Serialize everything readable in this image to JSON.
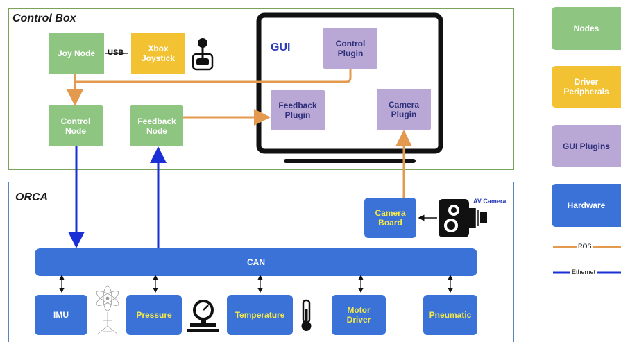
{
  "panels": {
    "control_box": "Control Box",
    "orca": "ORCA"
  },
  "nodes": {
    "joy_node": "Joy Node",
    "control_node": "Control\nNode",
    "feedback_node": "Feedback\nNode"
  },
  "peripherals": {
    "xbox_joystick": "Xbox\nJoystick",
    "usb_label": "USB"
  },
  "gui": {
    "label": "GUI",
    "control_plugin": "Control\nPlugin",
    "feedback_plugin": "Feedback\nPlugin",
    "camera_plugin": "Camera\nPlugin"
  },
  "orca_components": {
    "camera_board": "Camera\nBoard",
    "av_camera": "AV Camera",
    "can": "CAN",
    "imu": "IMU",
    "pressure": "Pressure",
    "temperature": "Temperature",
    "motor_driver": "Motor\nDriver",
    "pneumatic": "Pneumatic"
  },
  "legend": {
    "nodes": "Nodes",
    "driver_peripherals": "Driver\nPeripherals",
    "gui_plugins": "GUI Plugins",
    "hardware": "Hardware",
    "ros": "ROS",
    "ethernet": "Ethernet"
  },
  "colors": {
    "node_green": "#8ec681",
    "peripheral_yellow": "#f2c233",
    "plugin_purple": "#b9a8d6",
    "hardware_blue": "#3a72d8",
    "ros_orange": "#e39a4f",
    "ethernet_blue": "#1a2fd6"
  },
  "icons": [
    "joystick-icon",
    "pressure-gauge-icon",
    "thermometer-icon",
    "camera-icon",
    "imu-atom-icon",
    "imu-axes-icon"
  ]
}
